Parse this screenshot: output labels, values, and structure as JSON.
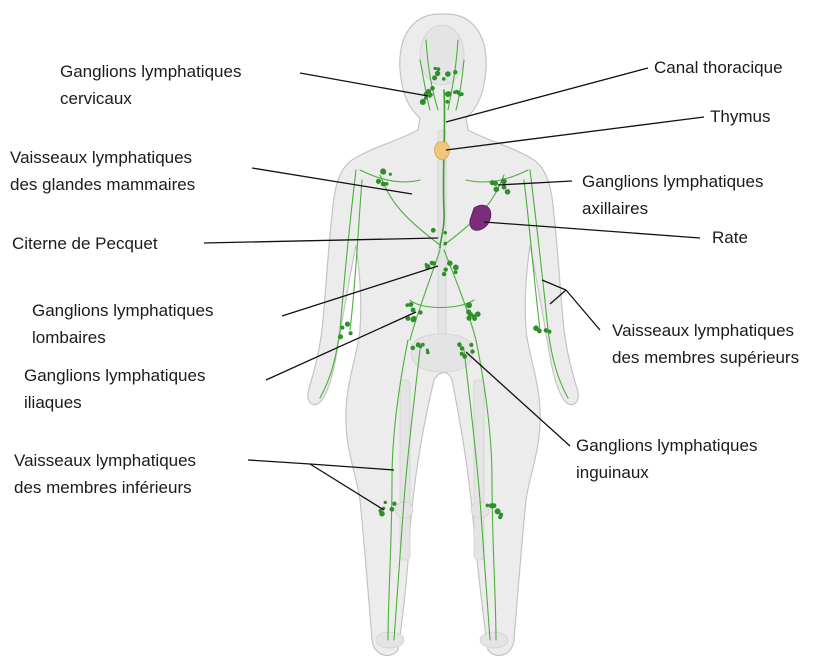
{
  "labels": {
    "cervical_nodes": [
      "Ganglions lymphatiques",
      "cervicaux"
    ],
    "mammary_vessels": [
      "Vaisseaux lymphatiques",
      "des glandes mammaires"
    ],
    "cisterna_chyli": [
      "Citerne de Pecquet"
    ],
    "lumbar_nodes": [
      "Ganglions lymphatiques",
      "lombaires"
    ],
    "iliac_nodes": [
      "Ganglions lymphatiques",
      "iliaques"
    ],
    "lower_limb_vessels": [
      "Vaisseaux lymphatiques",
      "des membres inférieurs"
    ],
    "thoracic_duct": [
      "Canal thoracique"
    ],
    "thymus": [
      "Thymus"
    ],
    "axillary_nodes": [
      "Ganglions lymphatiques",
      "axillaires"
    ],
    "spleen": [
      "Rate"
    ],
    "upper_limb_vessels": [
      "Vaisseaux lymphatiques",
      "des membres supérieurs"
    ],
    "inguinal_nodes": [
      "Ganglions lymphatiques",
      "inguinaux"
    ]
  },
  "colors": {
    "lymph_vessel": "#4caf3c",
    "lymph_node": "#2f8f2a",
    "thymus": "#f2c57c",
    "spleen": "#7b2d7b",
    "body_silhouette": "#ececec"
  }
}
